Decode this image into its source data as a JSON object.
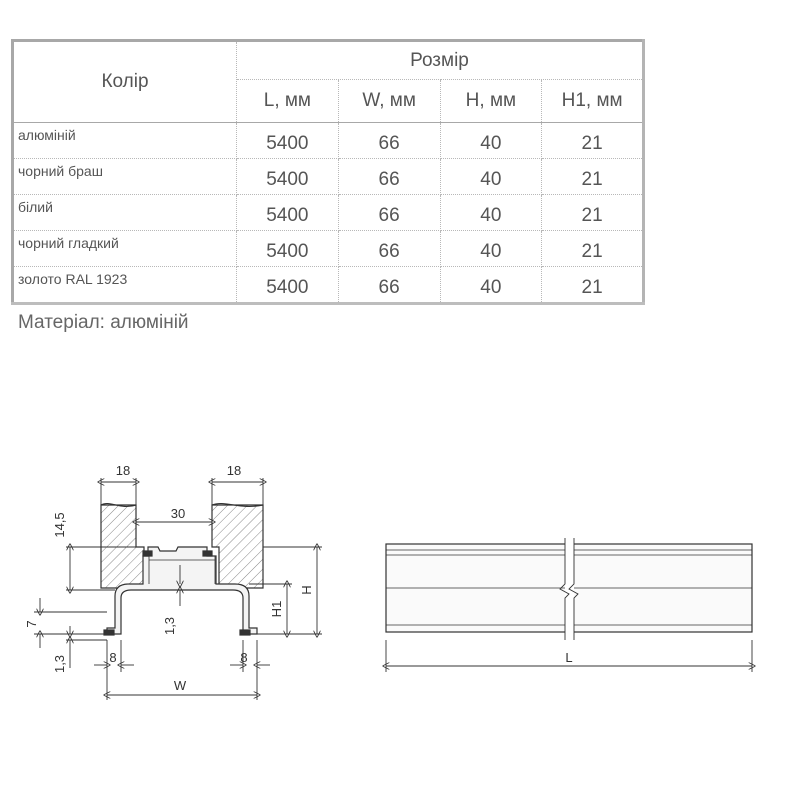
{
  "table": {
    "color_header": "Колір",
    "size_header": "Розмір",
    "dimension_headers": [
      "L, мм",
      "W, мм",
      "H, мм",
      "H1, мм"
    ],
    "rows": [
      {
        "color": "алюміній",
        "L": "5400",
        "W": "66",
        "H": "40",
        "H1": "21"
      },
      {
        "color": "чорний браш",
        "L": "5400",
        "W": "66",
        "H": "40",
        "H1": "21"
      },
      {
        "color": "білий",
        "L": "5400",
        "W": "66",
        "H": "40",
        "H1": "21"
      },
      {
        "color": "чорний гладкий",
        "L": "5400",
        "W": "66",
        "H": "40",
        "H1": "21"
      },
      {
        "color": "золото RAL 1923",
        "L": "5400",
        "W": "66",
        "H": "40",
        "H1": "21"
      }
    ]
  },
  "material": "Матеріал: алюміній",
  "drawing": {
    "labels": {
      "panel_left": "18",
      "panel_right": "18",
      "gap": "30",
      "top_depth": "14,5",
      "groove": "7",
      "thickness_left": "1,3",
      "thickness_center": "1,3",
      "flange_left": "8",
      "flange_right": "8",
      "width": "W",
      "h1": "H1",
      "h": "H",
      "length": "L"
    }
  }
}
